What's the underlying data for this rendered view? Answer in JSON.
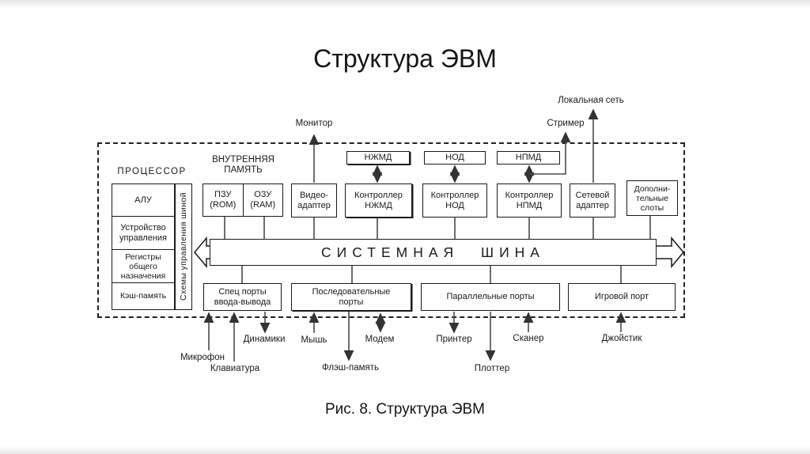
{
  "slide": {
    "title": "Структура ЭВМ",
    "caption": "Рис. 8. Структура ЭВМ"
  },
  "processor": {
    "title": "ПРОЦЕССОР",
    "alu": "АЛУ",
    "control_unit": "Устройство\nуправления",
    "registers": "Регистры\nобщего\nназначения",
    "cache": "Кэш-память",
    "bus_control": "Схемы управления шиной"
  },
  "memory": {
    "title": "ВНУТРЕННЯЯ\nПАМЯТЬ",
    "rom": "ПЗУ\n(ROM)",
    "ram": "ОЗУ\n(RAM)"
  },
  "bus": {
    "label": "СИСТЕМНАЯ ШИНА"
  },
  "devices": {
    "hdd": "НЖМД",
    "odd": "НОД",
    "fdd": "НПМД"
  },
  "adapters": {
    "video": "Видео-\nадаптер",
    "hdd_ctrl": "Контроллер\nНЖМД",
    "odd_ctrl": "Контроллер\nНОД",
    "fdd_ctrl": "Контроллер\nНПМД",
    "network": "Сетевой\nадаптер",
    "slots": "Дополни-\nтельные\nслоты"
  },
  "ports": {
    "io": "Спец порты\nввода-вывода",
    "serial": "Последовательные\nпорты",
    "parallel": "Параллельные порты",
    "game": "Игровой порт"
  },
  "peripherals": {
    "monitor": "Монитор",
    "lan": "Локальная сеть",
    "streamer": "Стример",
    "microphone": "Микрофон",
    "keyboard": "Клавиатура",
    "speakers": "Динамики",
    "mouse": "Мышь",
    "flash": "Флэш-память",
    "modem": "Модем",
    "printer": "Принтер",
    "plotter": "Плоттер",
    "scanner": "Сканер",
    "joystick": "Джойстик"
  },
  "colors": {
    "line": "#4a4a4a",
    "border": "#1a1a1a",
    "background": "#ffffff"
  }
}
